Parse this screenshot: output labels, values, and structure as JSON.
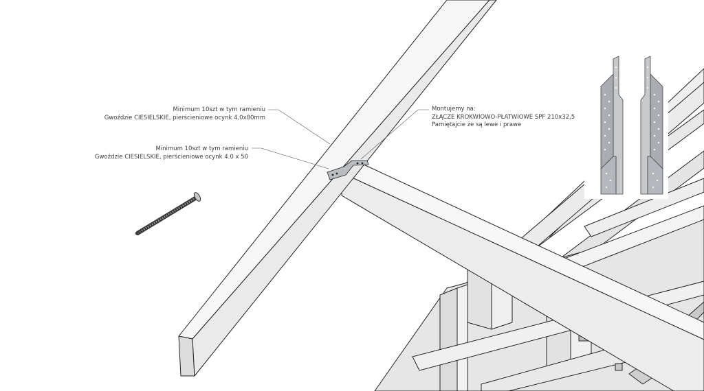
{
  "annotations": {
    "nail_long": {
      "line1": "Minimum 10szt w tym ramieniu",
      "line2": "Gwoździe CIESIELSKIE, pierścieniowe ocynk 4,0x80mm"
    },
    "nail_short": {
      "line1": "Minimum 10szt w tym ramieniu",
      "line2": "Gwoździe CIESIELSKIE, pierścieniowe ocynk 4.0 x 50"
    },
    "connector": {
      "line1": "Montujemy na:",
      "line2": "ZŁĄCZE KROKWIOWO-PŁATWIOWE SPF 210x32,5",
      "line3": "Pamiętajcie że są lewe i prawe"
    }
  },
  "colors": {
    "timber_face": "#ececec",
    "timber_top": "#f7f7f7",
    "timber_side": "#d8d8d8",
    "outline": "#222222",
    "leader": "#555555",
    "metal": "#b9bcc0",
    "background": "#ffffff"
  }
}
